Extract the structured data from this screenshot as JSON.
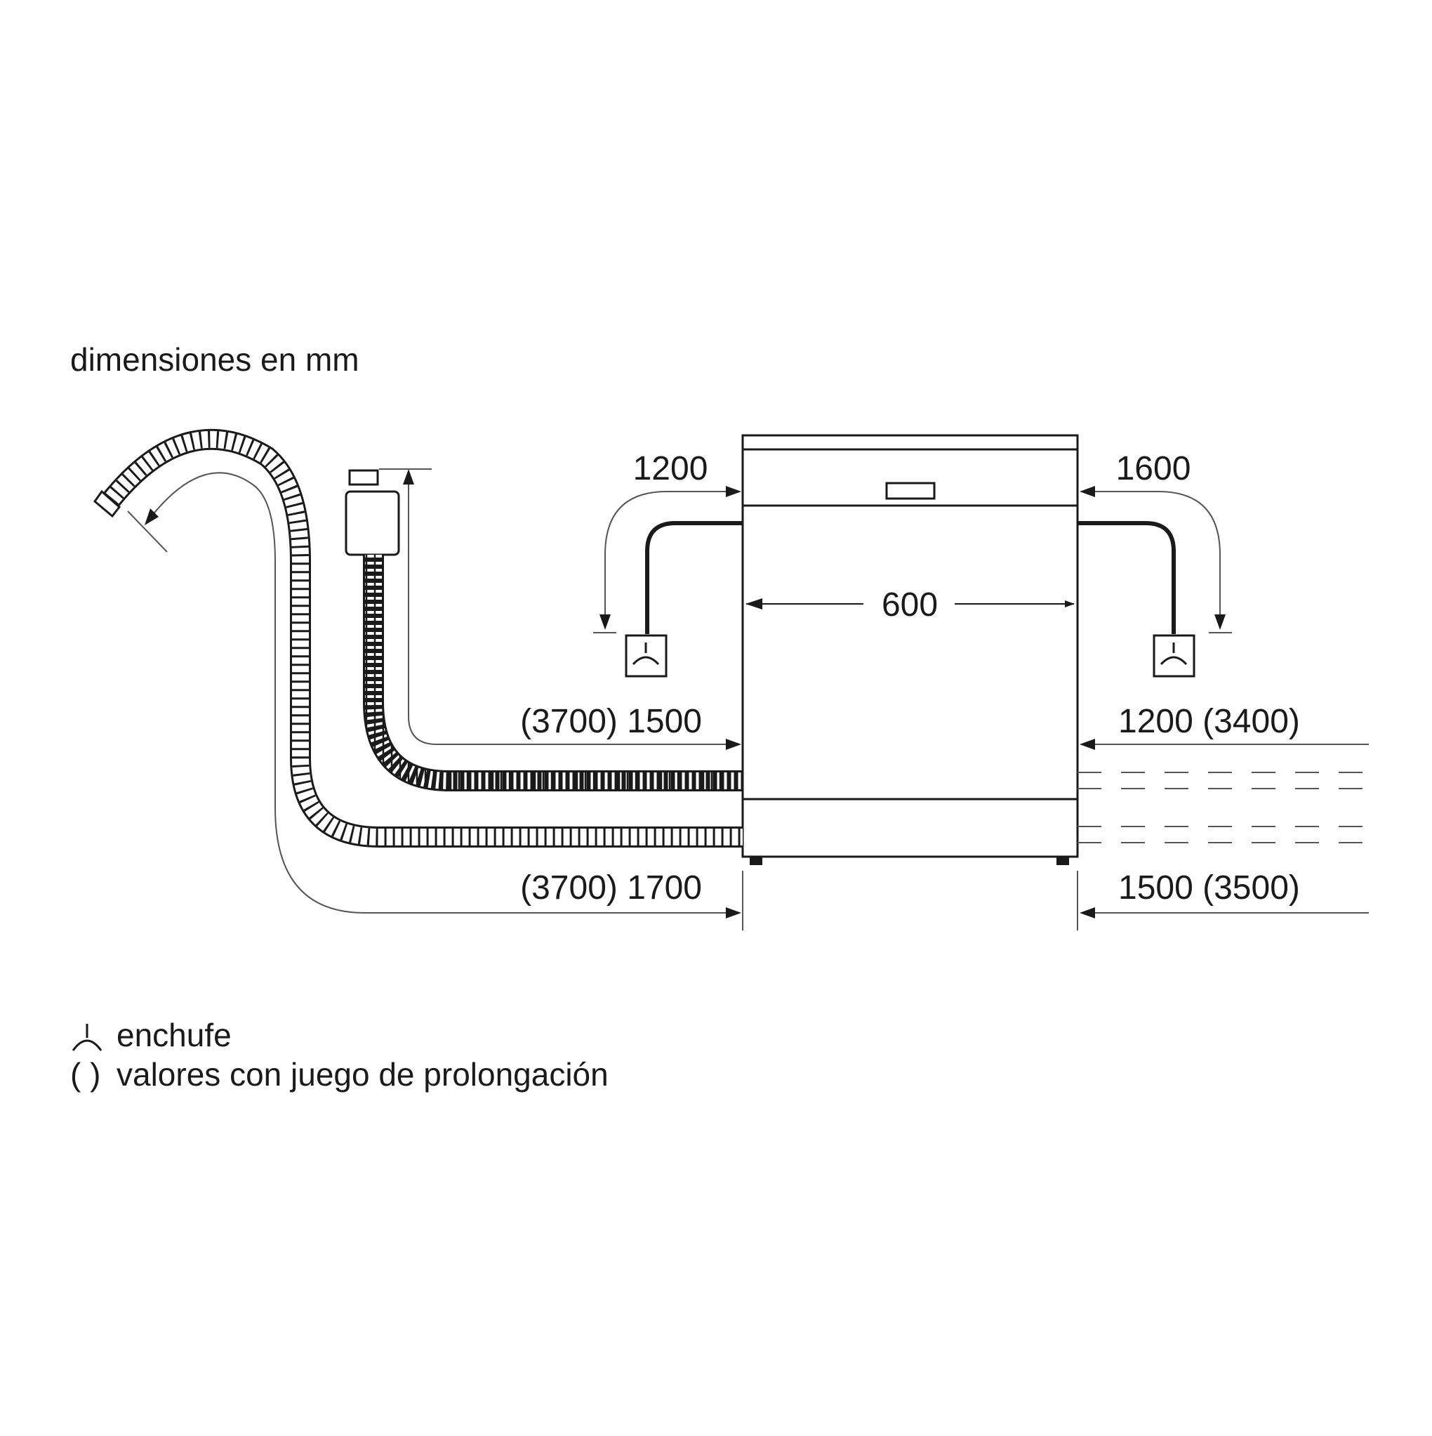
{
  "header": {
    "units_label": "dimensiones en mm"
  },
  "dimensions": {
    "width": "600",
    "power_cord_left": "1200",
    "power_cord_right": "1600",
    "inlet_hose_left": "(3700) 1500",
    "inlet_hose_right": "1200 (3400)",
    "drain_hose_left": "(3700) 1700",
    "drain_hose_right": "1500 (3500)"
  },
  "legend": {
    "plug_symbol": "⊥",
    "plug_label": "enchufe",
    "parens_symbol": "( )",
    "parens_label": "valores con juego de prolongación"
  },
  "colors": {
    "line": "#1a1a1a",
    "guide": "#555555",
    "background": "#ffffff"
  }
}
